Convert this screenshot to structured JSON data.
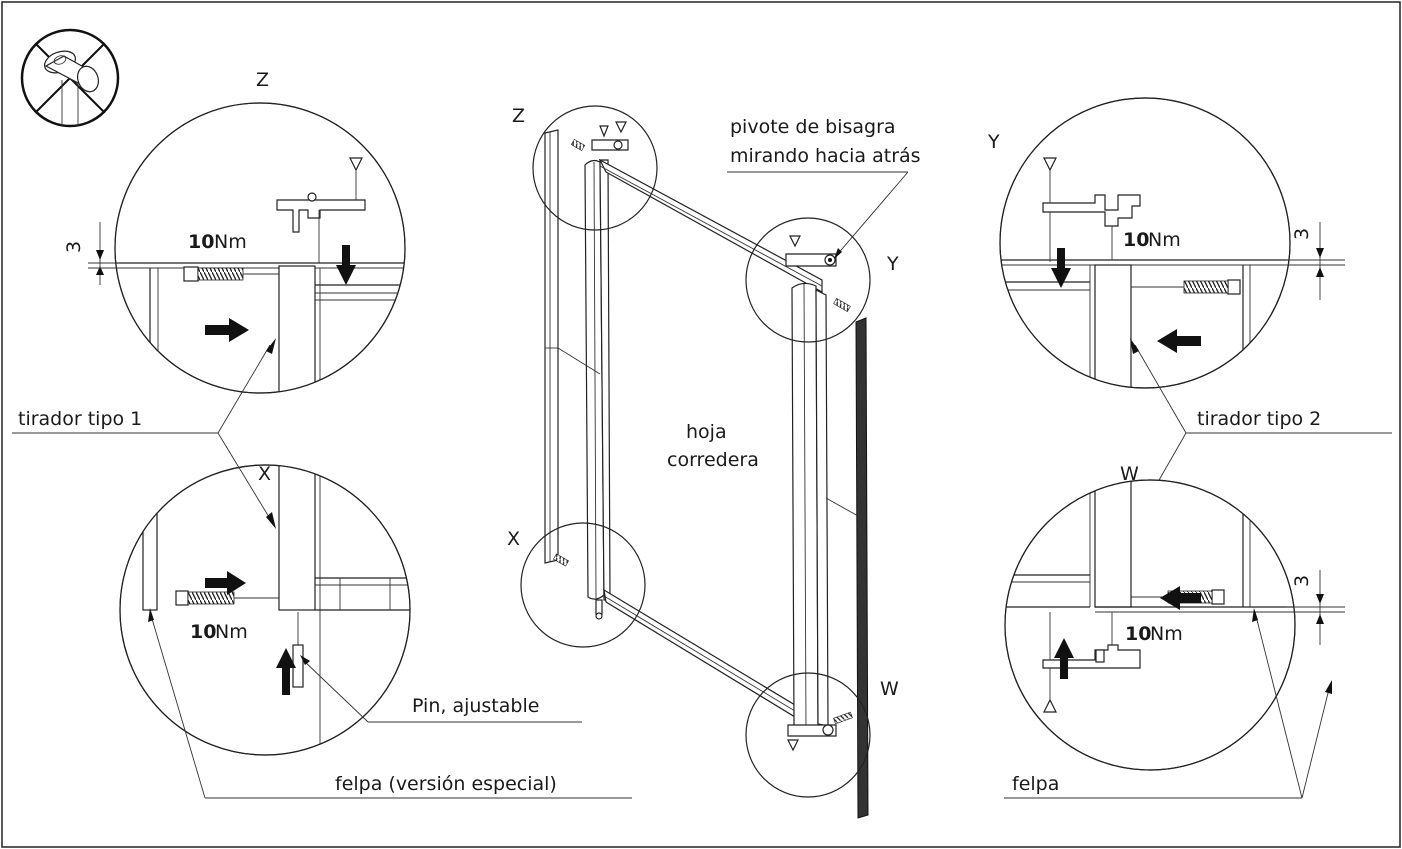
{
  "labels": {
    "detail_z_top": "Z",
    "detail_z_main": "Z",
    "detail_y_main": "Y",
    "detail_y_right": "Y",
    "detail_x_left": "X",
    "detail_x_main": "X",
    "detail_w_right": "W",
    "detail_w_main": "W",
    "torque_unit": "Nm",
    "torque_value": "10",
    "gap_value": "3",
    "pull_type_1": "tirador tipo 1",
    "pull_type_2": "tirador tipo 2",
    "pin_adjustable": "Pin, ajustable",
    "felt_special": "felpa (versión especial)",
    "felt": "felpa",
    "hinge_pivot_line1": "pivote de bisagra",
    "hinge_pivot_line2": "mirando hacia atrás",
    "sliding_leaf_line1": "hoja",
    "sliding_leaf_line2": "corredera"
  },
  "icons": [
    "no-knob-icon",
    "arrow-right-icon",
    "arrow-left-icon",
    "arrow-down-icon",
    "arrow-up-icon",
    "screw-icon"
  ]
}
